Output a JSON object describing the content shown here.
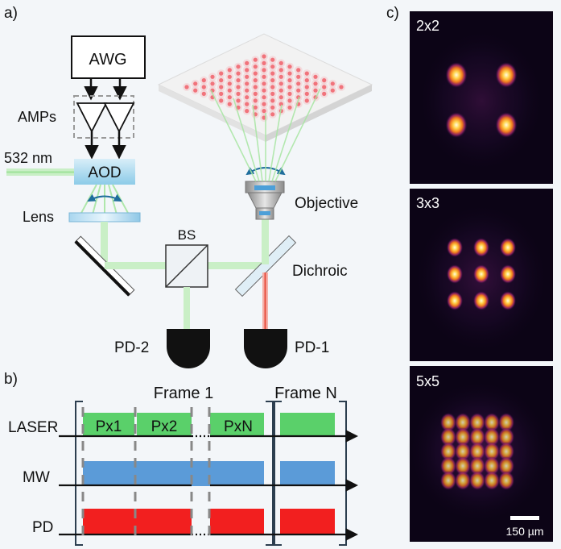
{
  "panel_a": {
    "label": "a)",
    "awg": "AWG",
    "amps": "AMPs",
    "wavelength": "532 nm",
    "aod": "AOD",
    "lens": "Lens",
    "objective": "Objective",
    "bs": "BS",
    "dichroic": "Dichroic",
    "pd2": "PD-2",
    "pd1": "PD-1"
  },
  "panel_b": {
    "label": "b)",
    "frame1": "Frame 1",
    "frameN": "Frame N",
    "rows": [
      "LASER",
      "MW",
      "PD"
    ],
    "pixels": [
      "Px1",
      "Px2",
      "PxN"
    ],
    "colors": {
      "laser": "#5ad06a",
      "mw": "#5b9bd8",
      "pd": "#f21f1f"
    }
  },
  "panel_c": {
    "label": "c)",
    "images": [
      {
        "title": "2x2",
        "grid": 2
      },
      {
        "title": "3x3",
        "grid": 3
      },
      {
        "title": "5x5",
        "grid": 5
      }
    ],
    "scalebar": "150 µm"
  }
}
